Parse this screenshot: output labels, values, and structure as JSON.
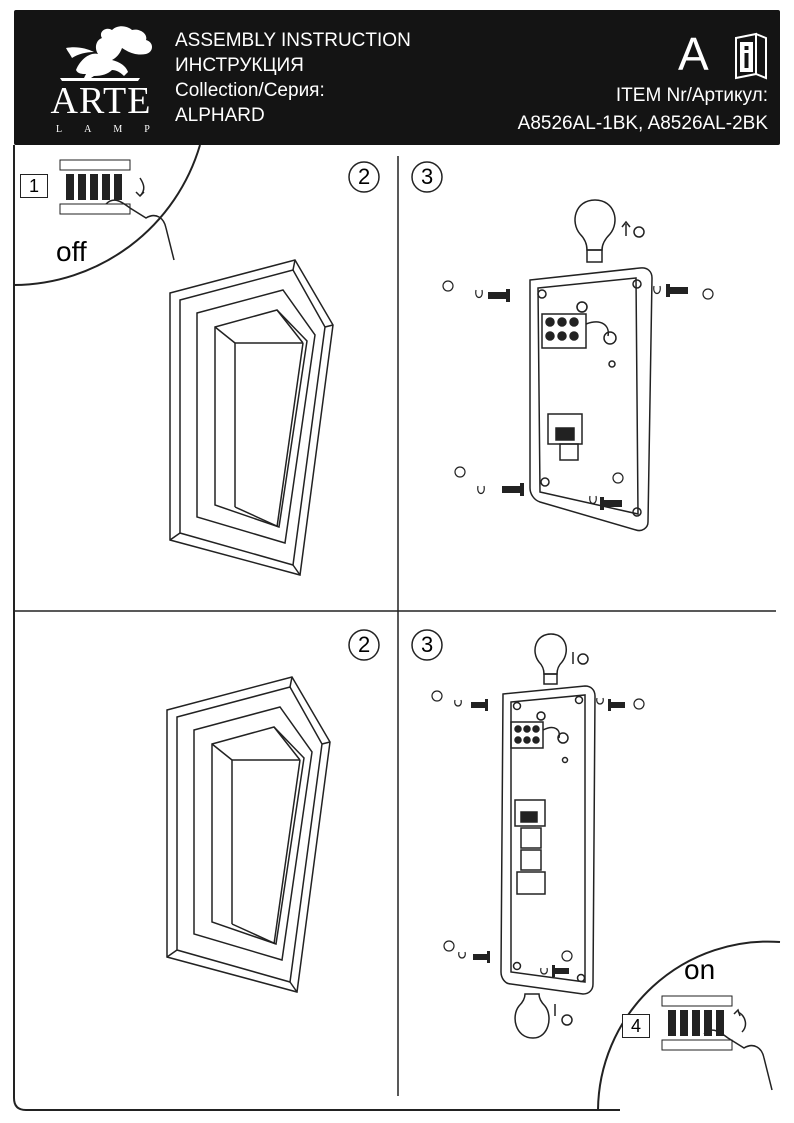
{
  "header": {
    "brand_name": "ARTE",
    "brand_sub": "LAMP",
    "title_en": "ASSEMBLY INSTRUCTION",
    "title_ru": "ИНСТРУКЦИЯ",
    "collection_label": "Collection/Серия:",
    "collection_value": "ALPHARD",
    "doc_letter": "A",
    "item_label": "ITEM Nr/Артикул:",
    "item_value": "A8526AL-1BK, A8526AL-2BK",
    "icons": [
      "griffin-logo-icon",
      "info-book-icon"
    ]
  },
  "steps": {
    "power_off": {
      "number": "1",
      "label": "off"
    },
    "panel_top_left_marker": "2",
    "panel_top_right_marker": "3",
    "panel_bottom_left_marker": "2",
    "panel_bottom_right_marker": "3",
    "power_on": {
      "number": "4",
      "label": "on"
    }
  },
  "colors": {
    "header_bg": "#141414",
    "line": "#222222"
  }
}
